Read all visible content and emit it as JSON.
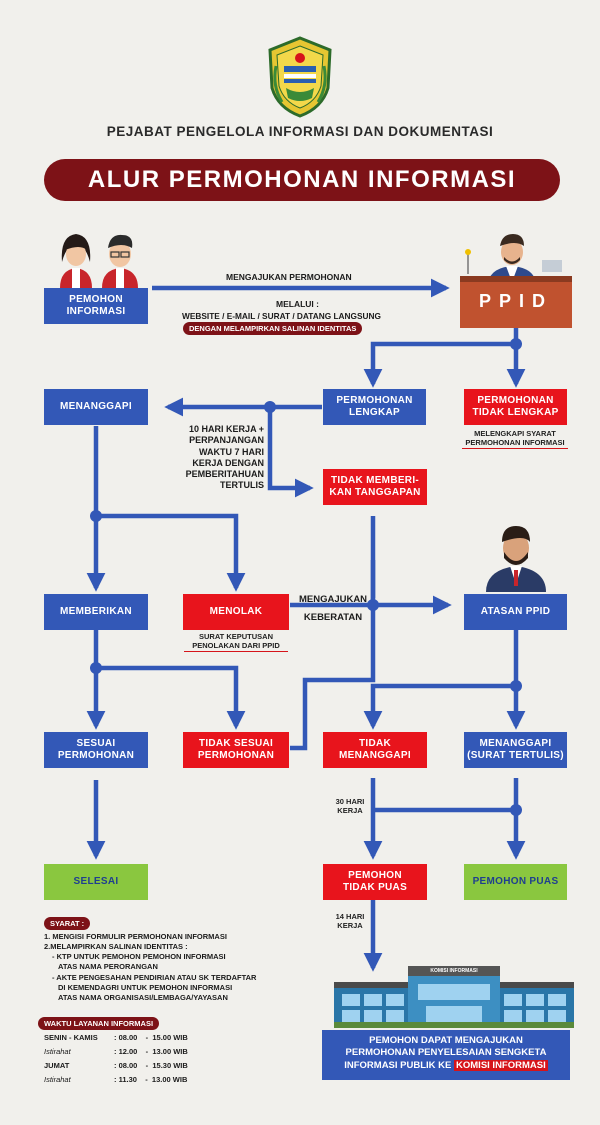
{
  "org_title": "PEJABAT PENGELOLA INFORMASI DAN DOKUMENTASI",
  "main_title": "ALUR PERMOHONAN INFORMASI",
  "colors": {
    "blue": "#3358b7",
    "red": "#e8141c",
    "green": "#8ac73f",
    "maroon": "#7d1217"
  },
  "boxes": {
    "pemohon": "PEMOHON\nINFORMASI",
    "ppid": "PPID",
    "permohonan_lengkap": "PERMOHONAN\nLENGKAP",
    "permohonan_tidak_lengkap": "PERMOHONAN\nTIDAK LENGKAP",
    "menanggapi": "MENANGGAPI",
    "tidak_memberikan": "TIDAK MEMBERI-\nKAN TANGGAPAN",
    "memberikan": "MEMBERIKAN",
    "menolak": "MENOLAK",
    "atasan_ppid": "ATASAN PPID",
    "sesuai": "SESUAI\nPERMOHONAN",
    "tidak_sesuai": "TIDAK SESUAI\nPERMOHONAN",
    "tidak_menanggapi": "TIDAK\nMENANGGAPI",
    "menanggapi_tertulis": "MENANGGAPI\n(SURAT TERTULIS)",
    "selesai": "SELESAI",
    "pemohon_tidak_puas": "PEMOHON\nTIDAK PUAS",
    "pemohon_puas": "PEMOHON PUAS"
  },
  "labels": {
    "mengajukan": "MENGAJUKAN PERMOHONAN",
    "melalui": "MELALUI :",
    "channels": "WEBSITE / E-MAIL / SURAT / DATANG LANGSUNG",
    "lampiran": "DENGAN MELAMPIRKAN SALINAN IDENTITAS",
    "melengkapi": "MELENGKAPI SYARAT\nPERMOHONAN INFORMASI",
    "hari_kerja": "10 HARI KERJA +\nPERPANJANGAN\nWAKTU 7 HARI\nKERJA DENGAN\nPEMBERITAHUAN\nTERTULIS",
    "surat_keputusan": "SURAT KEPUTUSAN\nPENOLAKAN DARI PPID",
    "keberatan": "MENGAJUKAN\nKEBERATAN",
    "tiga_puluh": "30 HARI\nKERJA",
    "empat_belas": "14 HARI\nKERJA",
    "komisi_text": "PEMOHON DAPAT MENGAJUKAN\nPERMOHONAN PENYELESAIAN SENGKETA\nINFORMASI PUBLIK KE",
    "komisi_highlight": "KOMISI INFORMASI",
    "building_sign": "KOMISI INFORMASI"
  },
  "syarat": {
    "title": "SYARAT :",
    "items": [
      "1. MENGISI FORMULIR PERMOHONAN INFORMASI",
      "2.MELAMPIRKAN SALINAN IDENTITAS :",
      "- KTP UNTUK PEMOHON PEMOHON INFORMASI",
      "ATAS NAMA PERORANGAN",
      "- AKTE PENGESAHAN PENDIRIAN ATAU SK TERDAFTAR",
      "DI KEMENDAGRI UNTUK PEMOHON INFORMASI",
      "ATAS NAMA ORGANISASI/LEMBAGA/YAYASAN"
    ]
  },
  "waktu": {
    "title": "WAKTU LAYANAN INFORMASI",
    "rows": [
      {
        "day": "SENIN - KAMIS",
        "time": ": 08.00    -  15.00 WIB"
      },
      {
        "day": "Istirahat",
        "time": ": 12.00    -  13.00 WIB"
      },
      {
        "day": "JUMAT",
        "time": ": 08.00    -  15.30 WIB"
      },
      {
        "day": "Istirahat",
        "time": ": 11.30    -  13.00 WIB"
      }
    ]
  }
}
